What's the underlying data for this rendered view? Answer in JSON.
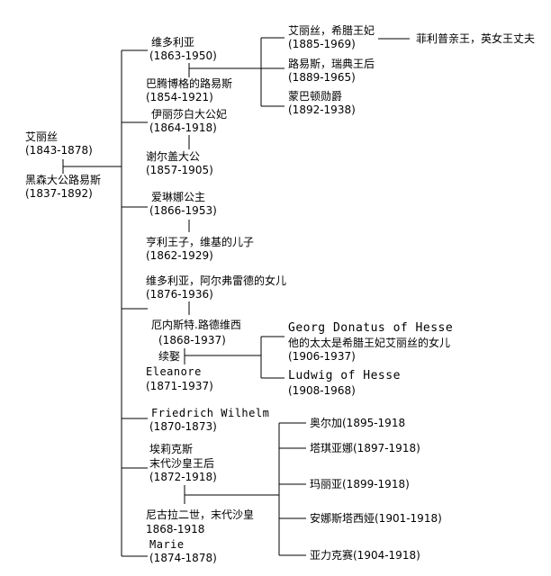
{
  "root": {
    "alice": "艾丽丝",
    "alice_years": "(1843-1878)",
    "louis": "黑森大公路易斯",
    "louis_years": "(1837-1892)"
  },
  "children": {
    "victoria": "维多利亚",
    "victoria_years": "(1863-1950)",
    "battenberg": "巴腾博格的路易斯",
    "battenberg_years": "(1854-1921)",
    "elizabeth": "伊丽莎白大公妃",
    "elizabeth_years": "(1864-1918)",
    "sergei": "谢尔盖大公",
    "sergei_years": "(1857-1905)",
    "irene": "爱琳娜公主",
    "irene_years": "(1866-1953)",
    "henry": "亨利王子，维基的儿子",
    "henry_years": "(1862-1929)",
    "victoria_melita": "维多利亚，阿尔弗雷德的女儿",
    "victoria_melita_years": "(1876-1936)",
    "ernst": "厄内斯特.路德维西",
    "ernst_years": "(1868-1937)",
    "remarriage": "续娶",
    "eleanore": "Eleanore",
    "eleanore_years": "(1871-1937)",
    "friedrich": "Friedrich Wilhelm",
    "friedrich_years": "(1870-1873)",
    "alix": "埃莉克斯",
    "alix_title": "末代沙皇王后",
    "alix_years": "(1872-1918)",
    "nicholas": "尼古拉二世，末代沙皇",
    "nicholas_years": "1868-1918",
    "marie": "Marie",
    "marie_years": "(1874-1878)"
  },
  "grandchildren": {
    "alice_greece": "艾丽丝，希腊王妃",
    "alice_greece_years": "(1885-1969)",
    "andrew": "菲利普亲王，英女王丈夫",
    "louise": "路易斯，瑞典王后",
    "louise_years": "(1889-1965)",
    "mountbatten": "蒙巴顿勋爵",
    "mountbatten_years": "(1892-1938)",
    "georg": "Georg Donatus of Hesse",
    "georg_wife": "他的太太是希腊王妃艾丽丝的女儿",
    "georg_years": "(1906-1937)",
    "ludwig": "Ludwig of Hesse",
    "ludwig_years": "(1908-1968)",
    "olga": "奥尔加(1895-1918",
    "tatiana": "塔琪亚娜(1897-1918)",
    "maria": "玛丽亚(1899-1918)",
    "anastasia": "安娜斯塔西娅(1901-1918)",
    "alexei": "亚力克赛(1904-1918)"
  }
}
